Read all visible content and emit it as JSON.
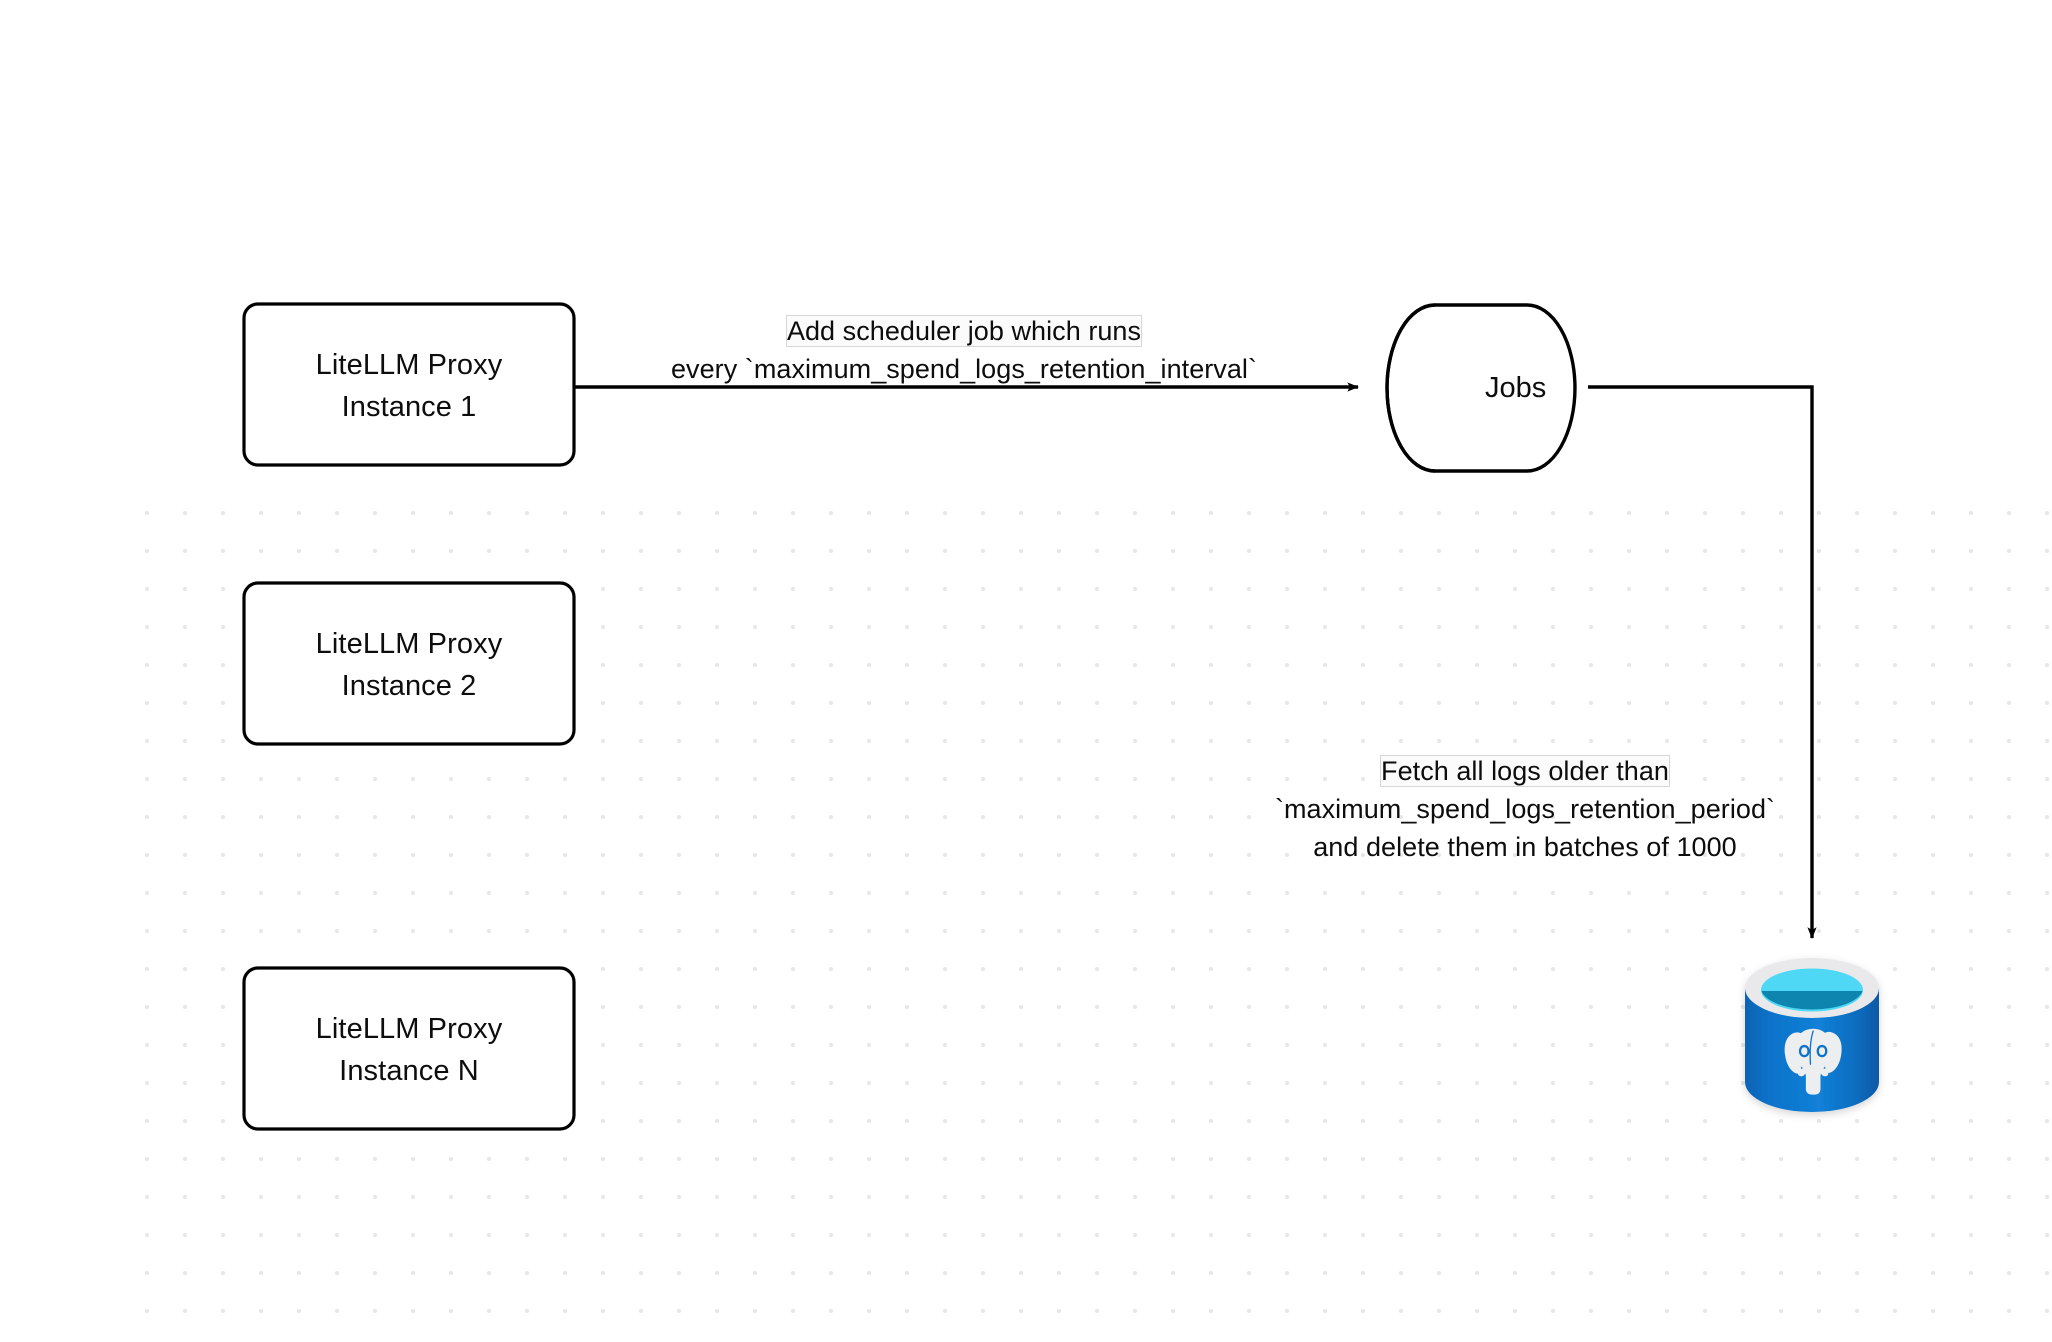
{
  "diagram": {
    "title": "LiteLLM spend logs retention scheduler flow",
    "background": {
      "color": "#ffffff",
      "grid_dot_color": "#e6e7e9"
    },
    "nodes": [
      {
        "id": "proxy-instance-1",
        "shape": "rounded-rectangle",
        "line1": "LiteLLM Proxy",
        "line2": "Instance 1",
        "stroke": "#000000",
        "fill": "#ffffff"
      },
      {
        "id": "proxy-instance-2",
        "shape": "rounded-rectangle",
        "line1": "LiteLLM Proxy",
        "line2": "Instance 2",
        "stroke": "#000000",
        "fill": "#ffffff"
      },
      {
        "id": "proxy-instance-n",
        "shape": "rounded-rectangle",
        "line1": "LiteLLM Proxy",
        "line2": "Instance N",
        "stroke": "#000000",
        "fill": "#ffffff"
      },
      {
        "id": "jobs-cylinder",
        "shape": "horizontal-cylinder",
        "label": "Jobs",
        "stroke": "#000000",
        "fill": "#ffffff"
      },
      {
        "id": "postgres-database",
        "shape": "database-cylinder",
        "label": "",
        "icon": "postgresql-elephant-icon",
        "body_color": "#0d6fc4",
        "rim_color": "#e9e9eb",
        "top_color": "#4fd8f5",
        "top_inner_color": "#1185ae",
        "logo_color": "#edeef0"
      }
    ],
    "edges": [
      {
        "id": "edge-scheduler",
        "from": "proxy-instance-1",
        "to": "jobs-cylinder",
        "label_line1": "Add scheduler job which runs",
        "label_line2": "every `maximum_spend_logs_retention_interval`",
        "highlight_text": "Add scheduler",
        "stroke": "#000000",
        "arrowhead": "filled-triangle"
      },
      {
        "id": "edge-cleanup",
        "from": "jobs-cylinder",
        "to": "postgres-database",
        "label_line1": "Fetch all logs older than",
        "label_line2": "`maximum_spend_logs_retention_period`",
        "label_line3": "and delete them in batches of 1000",
        "highlight_text": "Fetch all logs older than",
        "stroke": "#000000",
        "arrowhead": "filled-triangle",
        "routing": "elbow"
      }
    ]
  }
}
